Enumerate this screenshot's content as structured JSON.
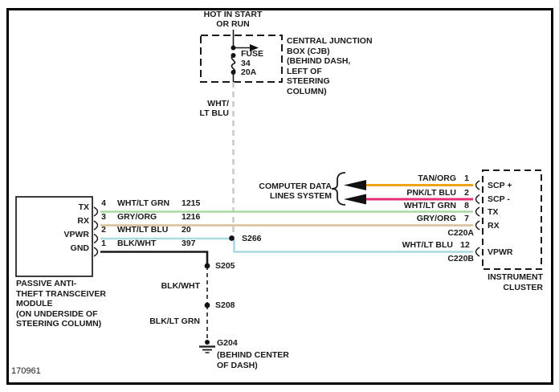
{
  "diagram_number": "170961",
  "colors": {
    "tan_org": "#EFA31D",
    "pnk_lt_blu": "#E72F78",
    "wht_lt_grn": "#A9D8A1",
    "gry_org": "#D7BF96",
    "wht_lt_blu": "#A9DADF",
    "wire_black": "#1A1A1A",
    "feed_dash": "#C9C9C9"
  },
  "power": {
    "source_label": "HOT IN START\nOR RUN",
    "fuse": {
      "name": "FUSE",
      "number": "34",
      "rating": "20A"
    },
    "box_note": "CENTRAL JUNCTION\nBOX (CJB)\n(BEHIND DASH,\nLEFT OF\nSTEERING\nCOLUMN)",
    "feed_wire_label": "WHT/\nLT BLU"
  },
  "data_lines": {
    "label": "COMPUTER DATA\nLINES SYSTEM"
  },
  "cluster": {
    "name": "INSTRUMENT\nCLUSTER",
    "connector_a": "C220A",
    "connector_b": "C220B",
    "rows": [
      {
        "wire": "TAN/ORG",
        "pin": "1",
        "signal": "SCP +"
      },
      {
        "wire": "PNK/LT BLU",
        "pin": "2",
        "signal": "SCP -"
      },
      {
        "wire": "WHT/LT GRN",
        "pin": "8",
        "signal": "TX"
      },
      {
        "wire": "GRY/ORG",
        "pin": "7",
        "signal": "RX"
      },
      {
        "wire": "WHT/LT BLU",
        "pin": "12",
        "signal": "VPWR"
      }
    ]
  },
  "module": {
    "caption": "PASSIVE ANTI-\nTHEFT TRANSCEIVER\nMODULE\n(ON UNDERSIDE OF\nSTEERING COLUMN)",
    "pins": [
      {
        "signal": "TX",
        "pin": "4",
        "wire": "WHT/LT GRN",
        "circuit": "1215"
      },
      {
        "signal": "RX",
        "pin": "3",
        "wire": "GRY/ORG",
        "circuit": "1216"
      },
      {
        "signal": "VPWR",
        "pin": "2",
        "wire": "WHT/LT BLU",
        "circuit": "20"
      },
      {
        "signal": "GND",
        "pin": "1",
        "wire": "BLK/WHT",
        "circuit": "397"
      }
    ]
  },
  "splices": {
    "s266": "S266",
    "s205": "S205",
    "s208": "S208"
  },
  "ground": {
    "id": "G204",
    "note": "(BEHIND CENTER\nOF DASH)",
    "wire_upper": "BLK/WHT",
    "wire_lower": "BLK/LT GRN"
  }
}
